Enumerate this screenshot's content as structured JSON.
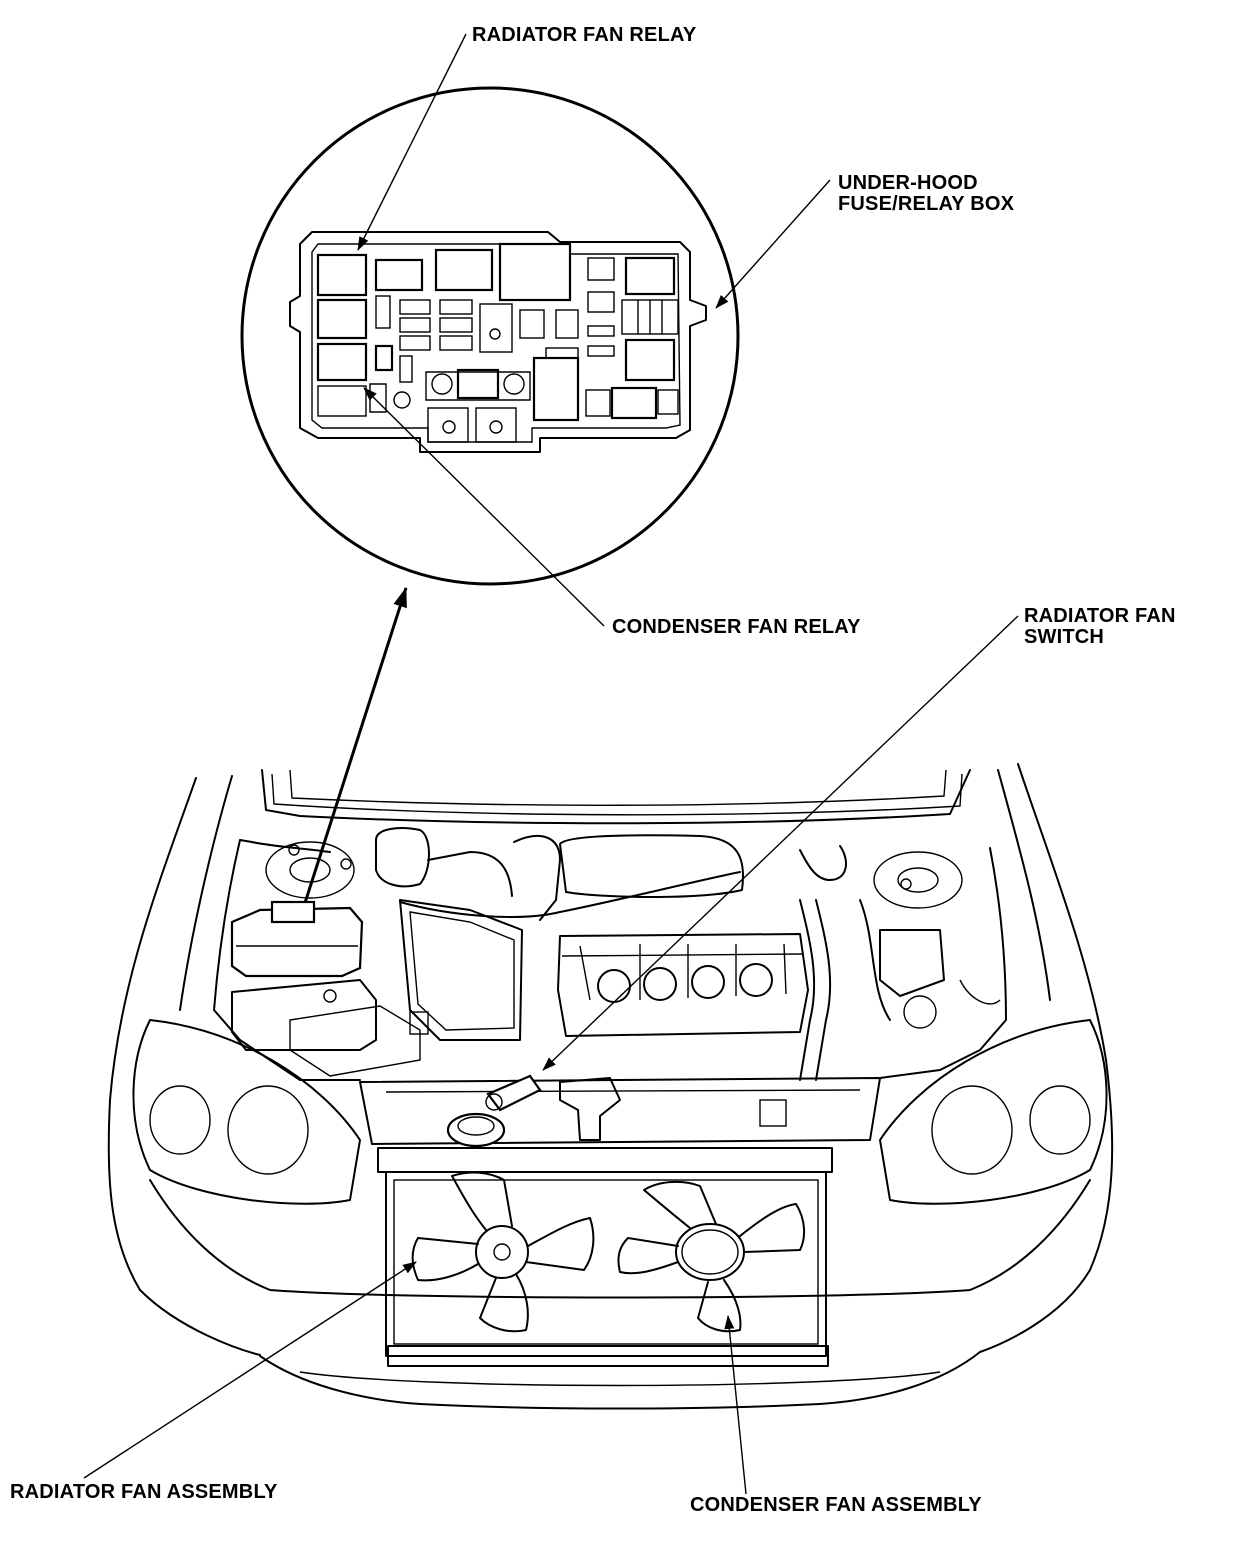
{
  "labels": {
    "radiator_fan_relay": "RADIATOR FAN RELAY",
    "under_hood_box_line1": "UNDER-HOOD",
    "under_hood_box_line2": "FUSE/RELAY BOX",
    "condenser_fan_relay": "CONDENSER FAN RELAY",
    "radiator_fan_switch_line1": "RADIATOR FAN",
    "radiator_fan_switch_line2": "SWITCH",
    "radiator_fan_assembly": "RADIATOR FAN ASSEMBLY",
    "condenser_fan_assembly": "CONDENSER FAN ASSEMBLY"
  },
  "colors": {
    "ink": "#000000",
    "paper": "#ffffff"
  }
}
